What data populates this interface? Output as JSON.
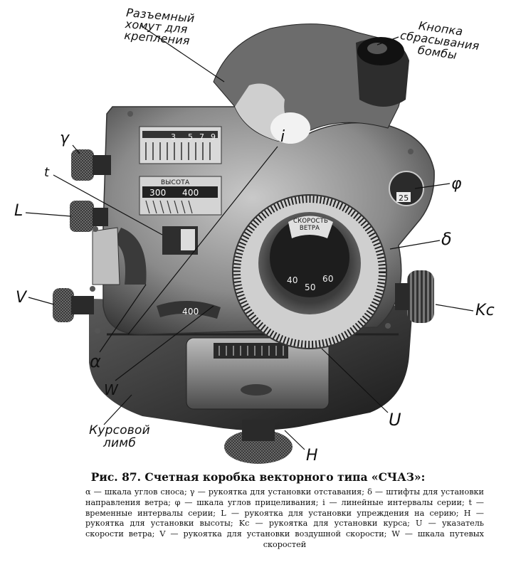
{
  "figure": {
    "labels": {
      "clamp": "Разъемный хомут для крепления",
      "bomb_button": "Кнопка сбрасывания бомбы",
      "gamma": "γ",
      "t": "t",
      "i": "i",
      "L": "L",
      "phi": "φ",
      "delta": "δ",
      "V": "V",
      "Kc": "Kc",
      "alpha": "α",
      "W": "W",
      "course_limb": "Курсовой лимб",
      "U": "U",
      "H": "H"
    },
    "instrument_text": {
      "wind_speed_label": "СКОРОСТЬ ВЕТРА",
      "height_label": "ВЫСОТА",
      "scale_300": "300",
      "scale_400": "400",
      "scale_5": "5",
      "scale_3": "3",
      "scale_7": "7",
      "scale_9": "9",
      "wind_40": "40",
      "wind_50": "50",
      "wind_60": "60",
      "w_400": "400",
      "phi_25": "25"
    }
  },
  "caption": {
    "title": "Рис. 87. Счетная коробка векторного типа «СЧАЗ»:",
    "body": "α — шкала углов сноса; γ — рукоятка для установки отставания; δ — штифты для установки направления ветра; φ — шкала углов прицеливания; i — линейные интервалы серии; t — временные интервалы серии; L — рукоятка для установки упреждения на серию; H — рукоятка для установки высоты; Kc — рукоятка для установки курса; U — указатель скорости ветра; V — рукоятка для установки воздушной скорости; W — шкала путевых скоростей"
  }
}
